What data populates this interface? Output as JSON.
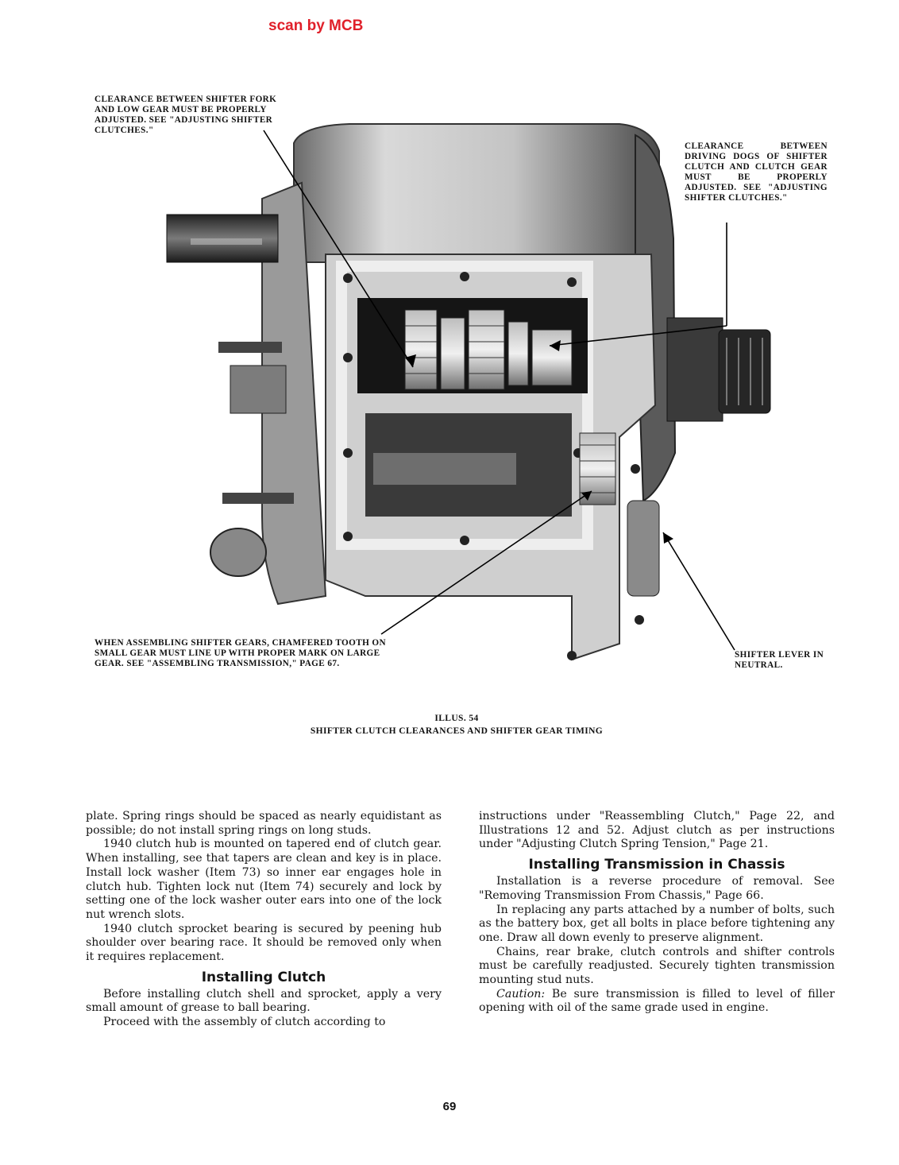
{
  "header": {
    "scan_credit": "scan by MCB"
  },
  "figure": {
    "callouts": {
      "top_left": "CLEARANCE BETWEEN SHIFTER FORK AND LOW GEAR MUST BE PROPERLY ADJUSTED. SEE \"ADJUSTING SHIFTER CLUTCHES.\"",
      "top_right": "CLEARANCE BETWEEN DRIVING DOGS OF SHIFTER CLUTCH AND CLUTCH GEAR MUST BE PROPERLY ADJUSTED. SEE \"ADJUSTING SHIFTER CLUTCHES.\"",
      "bottom_left": "WHEN ASSEMBLING SHIFTER GEARS, CHAMFERED TOOTH ON SMALL GEAR MUST LINE UP WITH PROPER MARK ON LARGE GEAR. SEE \"ASSEMBLING TRANSMISSION,\" PAGE 67.",
      "bottom_right": "SHIFTER LEVER IN NEUTRAL."
    },
    "caption": {
      "number": "ILLUS. 54",
      "title": "SHIFTER CLUTCH CLEARANCES AND SHIFTER GEAR TIMING"
    }
  },
  "left_column": {
    "p1": "plate. Spring rings should be spaced as nearly equidistant as possible; do not install spring rings on long studs.",
    "p2": "1940 clutch hub is mounted on tapered end of clutch gear. When installing, see that tapers are clean and key is in place. Install lock washer (Item 73) so inner ear engages hole in clutch hub. Tighten lock nut (Item 74) securely and lock by setting one of the lock washer outer ears into one of the lock nut wrench slots.",
    "p3": "1940 clutch sprocket bearing is secured by peening hub shoulder over bearing race. It should be removed only when it requires replacement.",
    "heading": "Installing Clutch",
    "p4": "Before installing clutch shell and sprocket, apply a very small amount of grease to ball bearing.",
    "p5": "Proceed with the assembly of clutch according to"
  },
  "right_column": {
    "p1": "instructions under \"Reassembling Clutch,\" Page 22, and Illustrations 12 and 52. Adjust clutch as per instructions under \"Adjusting Clutch Spring Tension,\" Page 21.",
    "heading": "Installing Transmission in Chassis",
    "p2": "Installation is a reverse procedure of removal. See \"Removing Transmission From Chassis,\" Page 66.",
    "p3": "In replacing any parts attached by a number of bolts, such as the battery box, get all bolts in place before tightening any one. Draw all down evenly to preserve alignment.",
    "p4": "Chains, rear brake, clutch controls and shifter controls must be carefully readjusted. Securely tighten transmission mounting stud nuts.",
    "caution_label": "Caution:",
    "caution_text": " Be sure transmission is filled to level of filler opening with oil of the same grade used in engine."
  },
  "footer": {
    "page_number": "69"
  }
}
